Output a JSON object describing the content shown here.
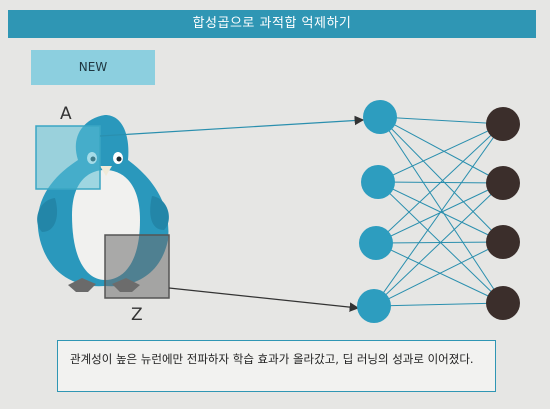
{
  "header": {
    "title": "합성곱으로 과적합 억제하기"
  },
  "badge": {
    "label": "NEW"
  },
  "labels": {
    "box_a": "A",
    "box_z": "Z"
  },
  "caption": {
    "text": "관계성이 높은 뉴런에만 전파하자 학습 효과가 올라갔고, 딥 러닝의 성과로 이어졌다."
  },
  "colors": {
    "accent": "#2f96b4",
    "input_neuron": "#2d9dbf",
    "output_neuron": "#3b2e2b",
    "box_a": "#5bbfd6",
    "box_z": "#6d6d6d"
  },
  "network": {
    "input_neurons": 4,
    "output_neurons": 4
  }
}
